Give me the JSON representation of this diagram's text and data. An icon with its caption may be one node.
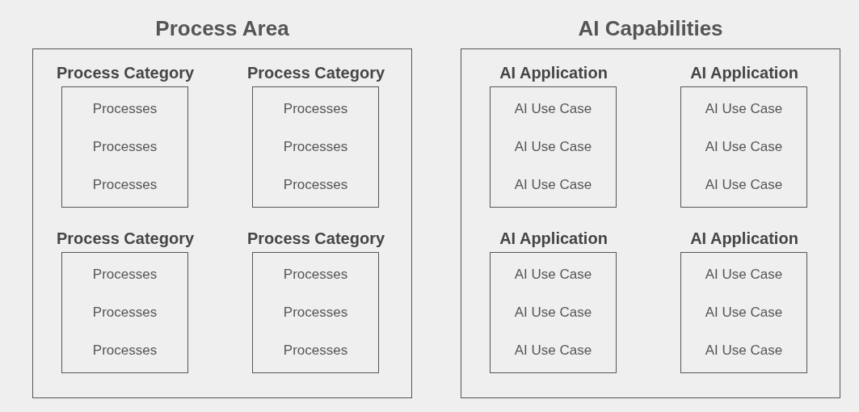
{
  "diagram": {
    "nodes": [
      {
        "text": [
          "Process Area"
        ]
      },
      {
        "text": [
          "Process Category",
          "Processes",
          "Processes",
          "Processes"
        ],
        "in": 0
      },
      {
        "text": [
          "Process Category",
          "Processes",
          "Processes",
          "Processes"
        ],
        "in": 0
      },
      {
        "text": [
          "Process Category",
          "Processes",
          "Processes",
          "Processes"
        ],
        "in": 0
      },
      {
        "text": [
          "Process Category",
          "Processes",
          "Processes",
          "Processes"
        ],
        "in": 0
      },
      {
        "text": [
          "AI Capabilities"
        ]
      },
      {
        "text": [
          "AI Application",
          "AI Use Case",
          "AI Use Case",
          "AI Use Case"
        ],
        "in": 5
      },
      {
        "text": [
          "AI Application",
          "AI Use Case",
          "AI Use Case",
          "AI Use Case"
        ],
        "in": 5
      },
      {
        "text": [
          "AI Application",
          "AI Use Case",
          "AI Use Case",
          "AI Use Case"
        ],
        "in": 5
      },
      {
        "text": [
          "AI Application",
          "AI Use Case",
          "AI Use Case",
          "AI Use Case"
        ],
        "in": 5
      }
    ]
  }
}
